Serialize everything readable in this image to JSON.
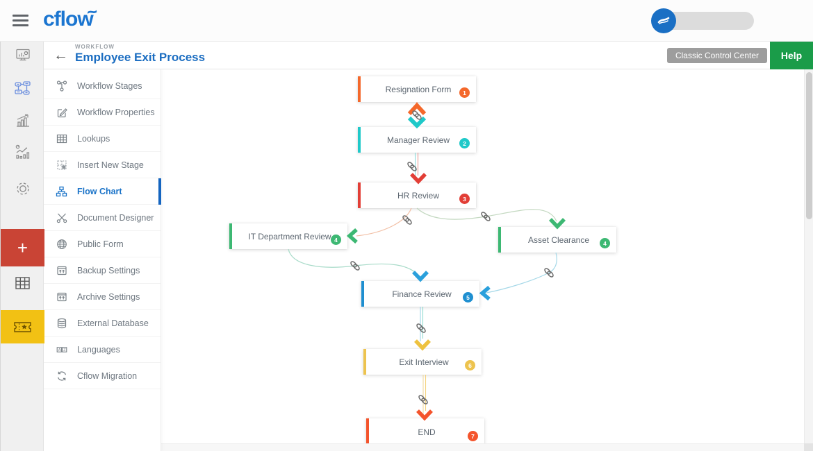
{
  "topbar": {
    "logo": "cflow",
    "icons": [
      "hamburger-menu-icon",
      "user-avatar-icon"
    ]
  },
  "page_header": {
    "breadcrumb": "WORKFLOW",
    "title": "Employee Exit Process",
    "classic_button": "Classic Control Center",
    "help_button": "Help",
    "back_arrow": "←"
  },
  "rail": {
    "items": [
      {
        "icon": "dashboard-monitor-icon"
      },
      {
        "icon": "workflow-process-icon",
        "active": true
      },
      {
        "icon": "reports-growth-icon"
      },
      {
        "icon": "analytics-icon"
      },
      {
        "icon": "settings-gear-icon"
      },
      {
        "icon": "add-new-icon",
        "label": "+",
        "background": "#c94435"
      },
      {
        "icon": "apps-grid-icon"
      },
      {
        "icon": "ticket-icon",
        "background": "#f2c114"
      }
    ]
  },
  "sidebar": {
    "active_item": "Flow Chart",
    "items": [
      {
        "label": "Workflow Stages",
        "icon": "workflow-stages-icon"
      },
      {
        "label": "Workflow Properties",
        "icon": "workflow-properties-icon"
      },
      {
        "label": "Lookups",
        "icon": "lookups-table-icon"
      },
      {
        "label": "Insert New Stage",
        "icon": "insert-new-stage-icon"
      },
      {
        "label": "Flow Chart",
        "icon": "flow-chart-icon"
      },
      {
        "label": "Document Designer",
        "icon": "document-designer-scissors-icon"
      },
      {
        "label": "Public Form",
        "icon": "public-form-globe-icon"
      },
      {
        "label": "Backup Settings",
        "icon": "backup-settings-icon"
      },
      {
        "label": "Archive Settings",
        "icon": "archive-settings-icon"
      },
      {
        "label": "External Database",
        "icon": "external-database-icon"
      },
      {
        "label": "Languages",
        "icon": "languages-icon"
      },
      {
        "label": "Cflow Migration",
        "icon": "cflow-migration-icon"
      }
    ]
  },
  "flow": {
    "stages": [
      {
        "label": "Resignation Form",
        "number": "1",
        "color": "#f4682b"
      },
      {
        "label": "Manager Review",
        "number": "2",
        "color": "#1fc9c9"
      },
      {
        "label": "HR Review",
        "number": "3",
        "color": "#e23e36"
      },
      {
        "label": "IT Department Review",
        "number": "4",
        "color": "#3db873"
      },
      {
        "label": "Asset Clearance",
        "number": "4",
        "color": "#3db873"
      },
      {
        "label": "Finance Review",
        "number": "5",
        "color": "#1f8fd0"
      },
      {
        "label": "Exit Interview",
        "number": "6",
        "color": "#edc34e"
      },
      {
        "label": "END",
        "number": "7",
        "color": "#f4542c"
      }
    ],
    "connector_icon": "chain-link-icon"
  },
  "colors": {
    "logo_blue": "#1b75d0",
    "title_blue": "#1b6dc1",
    "active_menu_blue": "#1a73c8",
    "help_green": "#1a9c49",
    "classic_gray": "#9d9d9d",
    "rail_red": "#c94435",
    "rail_yellow": "#f2c114",
    "avatar_blue": "#1a6fc4"
  }
}
